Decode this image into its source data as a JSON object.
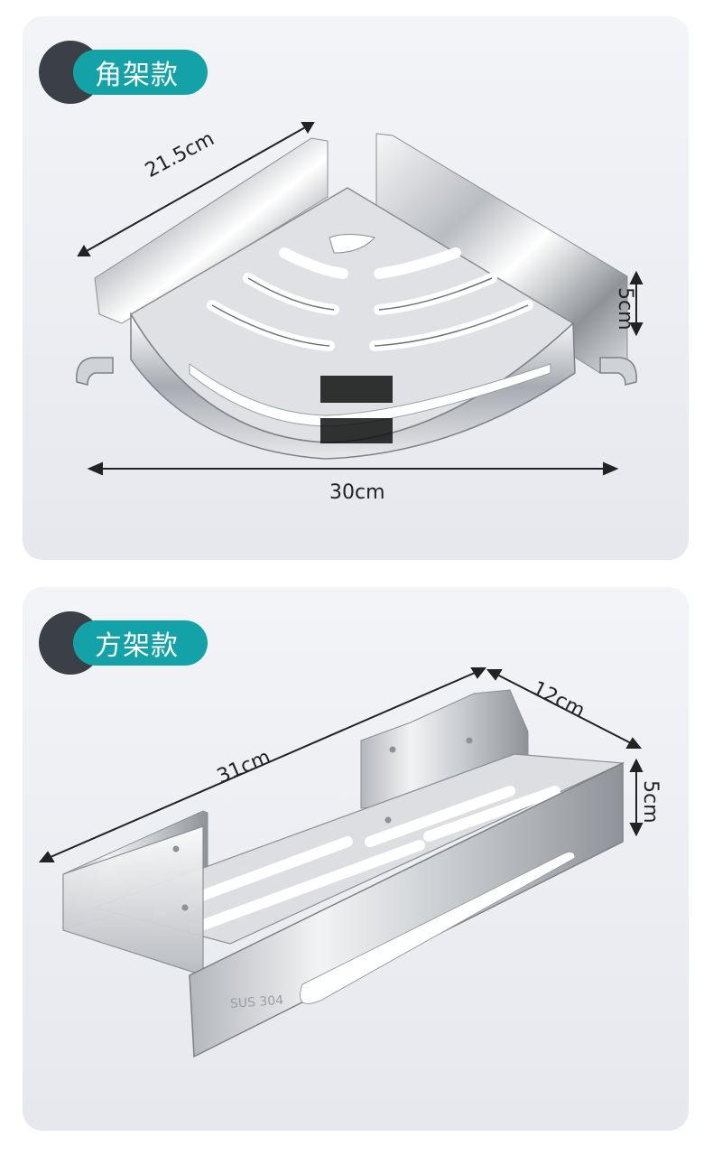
{
  "corner_shelf": {
    "title": "角架款",
    "dim_depth": "21.5cm",
    "dim_height": "5cm",
    "dim_width": "30cm"
  },
  "square_shelf": {
    "title": "方架款",
    "dim_length": "31cm",
    "dim_depth": "12cm",
    "dim_height": "5cm",
    "engraving": "SUS 304"
  },
  "colors": {
    "badge_teal": "#13a2a8",
    "badge_dark": "#3a4046",
    "panel_bg": "#eceef2"
  }
}
